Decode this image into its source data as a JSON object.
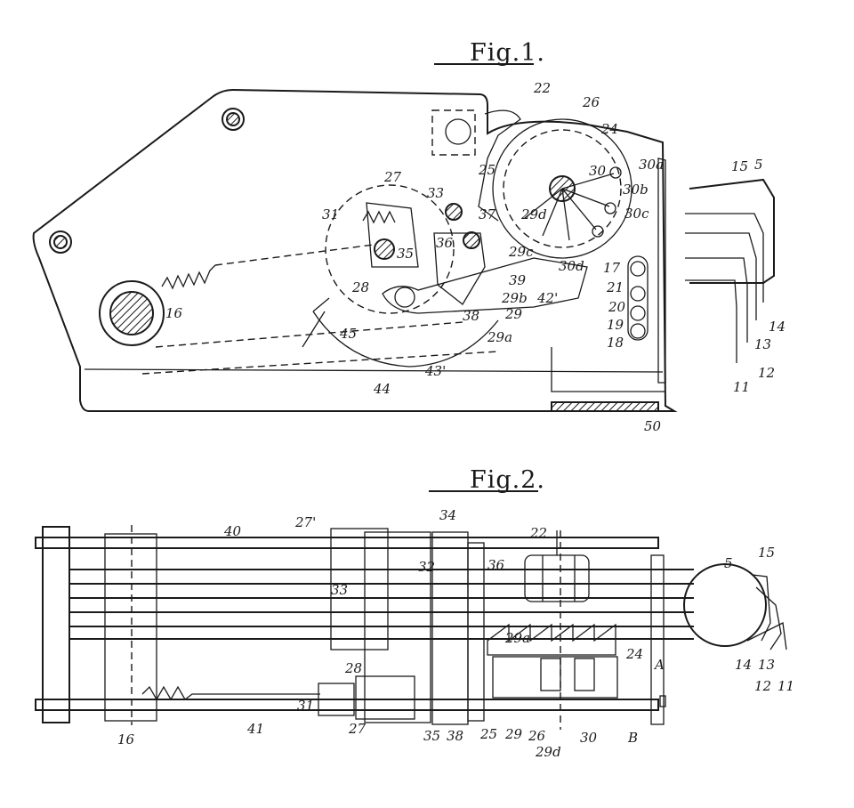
{
  "fig1": {
    "title": "Fig.1.",
    "labels": {
      "l22": "22",
      "l26": "26",
      "l24": "24",
      "l30a": "30a",
      "l30": "30",
      "l30b": "30b",
      "l30c": "30c",
      "l15": "15",
      "l5": "5",
      "l25": "25",
      "l27": "27",
      "l33": "33",
      "l37": "37",
      "l31": "31",
      "l29d": "29d",
      "l36": "36",
      "l35": "35",
      "l29c": "29c",
      "l30d": "30d",
      "l17": "17",
      "l21": "21",
      "l20": "20",
      "l19": "19",
      "l18": "18",
      "l28": "28",
      "l39": "39",
      "l29b": "29b",
      "l42p": "42'",
      "l16": "16",
      "l38": "38",
      "l29": "29",
      "l29a": "29a",
      "l45": "45",
      "l43p": "43'",
      "l44": "44",
      "l14": "14",
      "l13": "13",
      "l12": "12",
      "l11": "11",
      "l50": "50"
    }
  },
  "fig2": {
    "title": "Fig.2.",
    "labels": {
      "l40": "40",
      "l27p": "27'",
      "l34": "34",
      "l22": "22",
      "l5": "5",
      "l15": "15",
      "l32": "32",
      "l36": "36",
      "l33": "33",
      "l29a": "29a",
      "l24": "24",
      "lA": "A",
      "l28": "28",
      "l31": "31",
      "l27": "27",
      "l35": "35",
      "l38": "38",
      "l25": "25",
      "l29": "29",
      "l26": "26",
      "l29d": "29d",
      "l30": "30",
      "lB": "B",
      "l41": "41",
      "l16": "16",
      "l14": "14",
      "l13": "13",
      "l12": "12",
      "l11": "11"
    }
  }
}
